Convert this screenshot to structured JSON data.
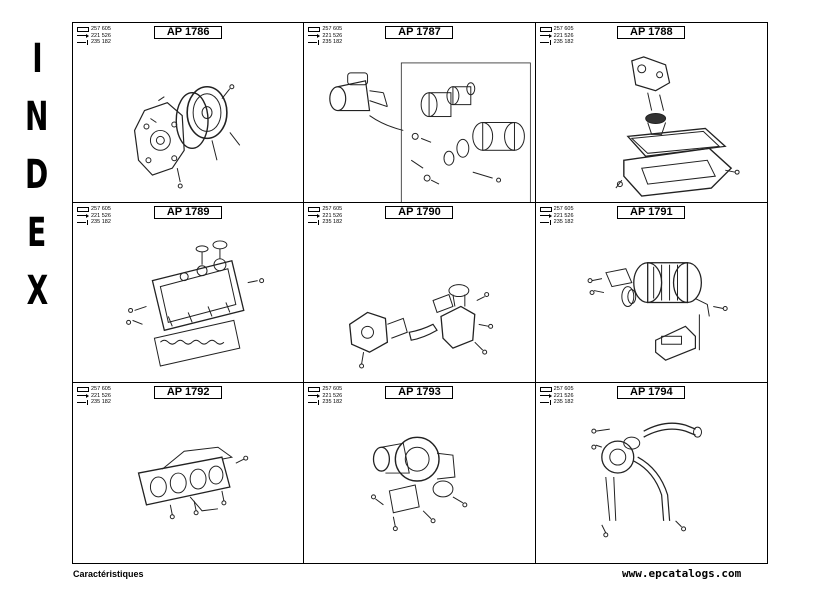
{
  "side_title": [
    "I",
    "N",
    "D",
    "E",
    "X"
  ],
  "references": [
    "257 605",
    "221 526",
    "235 182"
  ],
  "cells": [
    {
      "label": "AP 1786",
      "drawing": "flywheel"
    },
    {
      "label": "AP 1787",
      "drawing": "starter"
    },
    {
      "label": "AP 1788",
      "drawing": "oil-pan"
    },
    {
      "label": "AP 1789",
      "drawing": "cylinder-head"
    },
    {
      "label": "AP 1790",
      "drawing": "water-pump"
    },
    {
      "label": "AP 1791",
      "drawing": "alternator"
    },
    {
      "label": "AP 1792",
      "drawing": "exhaust-manifold"
    },
    {
      "label": "AP 1793",
      "drawing": "turbocharger"
    },
    {
      "label": "AP 1794",
      "drawing": "turbo-piping"
    }
  ],
  "footer": {
    "caption": "Caractéristiques",
    "watermark": "www.epcatalogs.com"
  }
}
